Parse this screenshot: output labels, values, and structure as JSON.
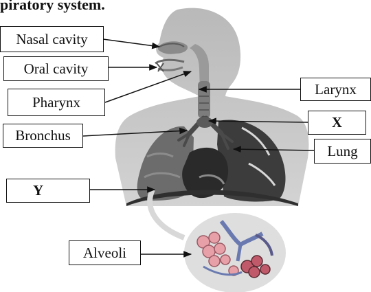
{
  "heading": "piratory system.",
  "labels": {
    "nasal_cavity": "Nasal cavity",
    "oral_cavity": "Oral cavity",
    "pharynx": "Pharynx",
    "bronchus": "Bronchus",
    "y": "Y",
    "alveoli": "Alveoli",
    "larynx": "Larynx",
    "x": "X",
    "lung": "Lung"
  },
  "colors": {
    "body_silhouette": "#c8c8c8",
    "lung_dark": "#3c3c3c",
    "alveoli_pink": "#e8a0a8"
  }
}
